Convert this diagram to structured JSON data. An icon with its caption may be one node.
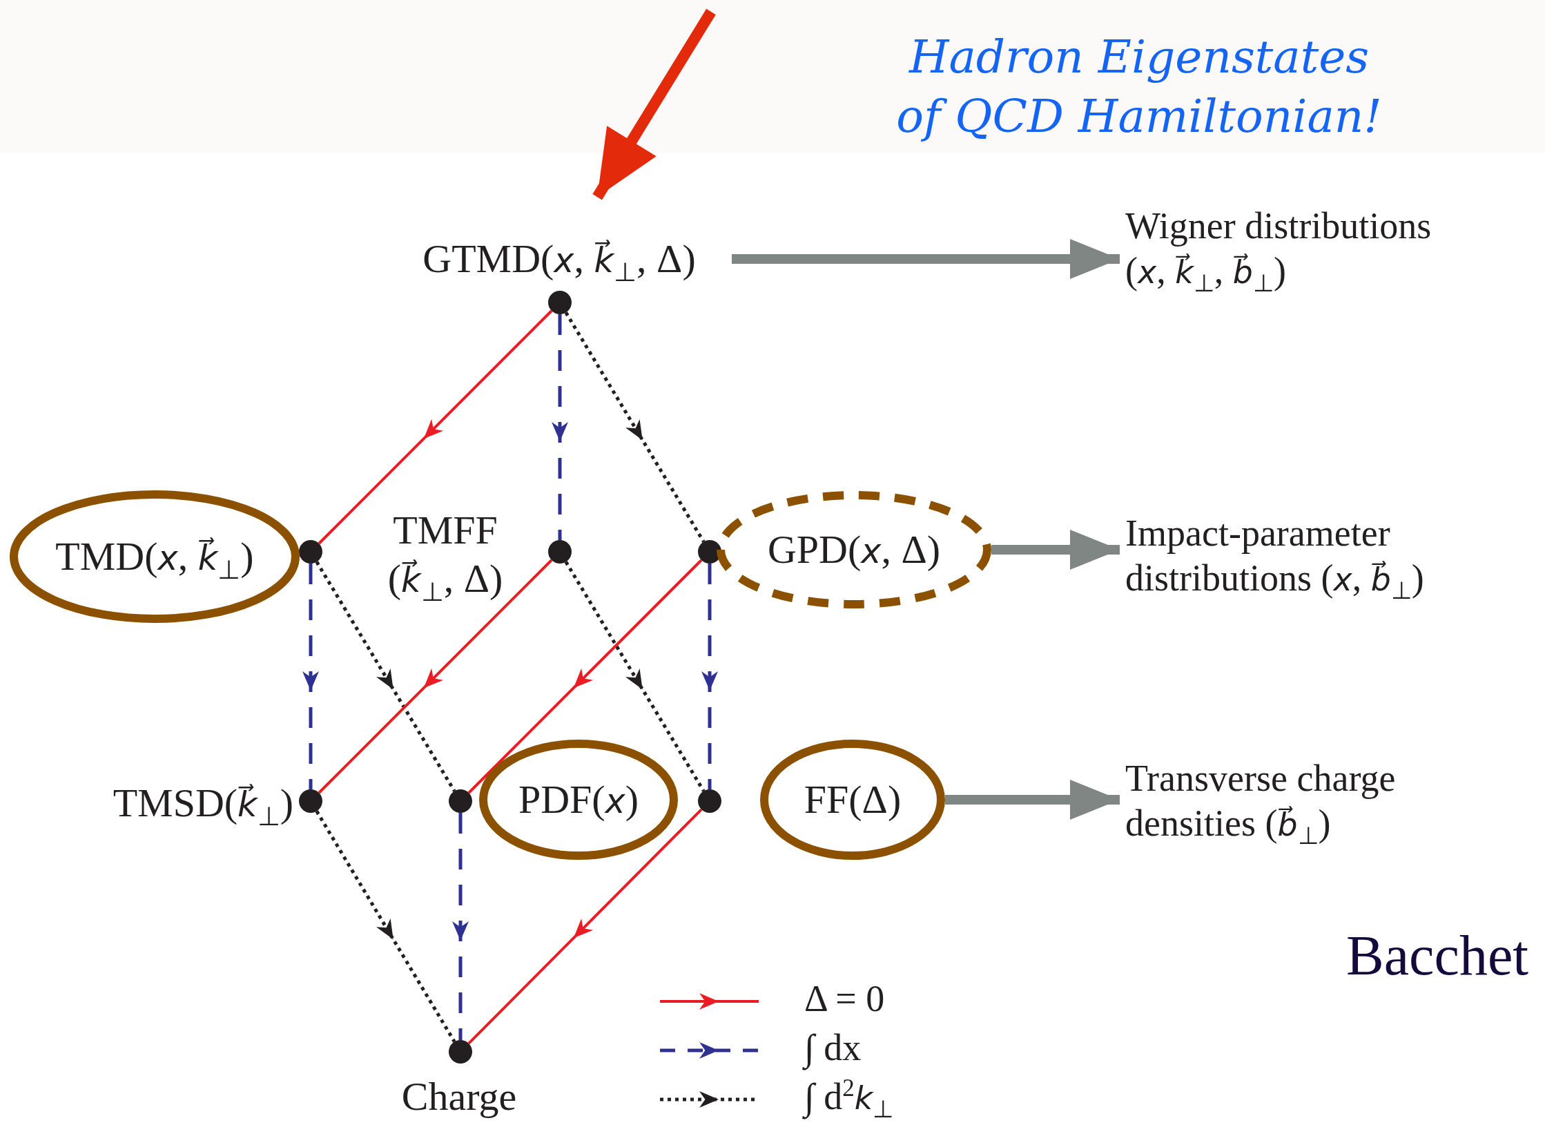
{
  "diagram": {
    "title": "Hadron Eigenstates of QCD Hamiltonian!",
    "nodes": [
      {
        "text": [
          "GTMD(*x*, *k⃗*$_{⊥}$, Δ)"
        ]
      },
      {
        "text": [],
        "shape": "circle"
      },
      {
        "text": [
          "Wigner distributions (*x*, *k⃗*$_{⊥}$, *b⃗*$_{⊥}$)"
        ]
      },
      {
        "text": [
          "TMD(*x*, *k⃗*$_{⊥}$)"
        ]
      },
      {
        "text": [],
        "shape": "circle"
      },
      {
        "text": [],
        "shape": "circle",
        "beside": [
          "TMFF (*k⃗*$_{⊥}$, Δ)"
        ]
      },
      {
        "text": [],
        "shape": "circle"
      },
      {
        "text": [
          "GPD(*x*, Δ)"
        ]
      },
      {
        "text": [
          "Impact-parameter distributions (*x*, *b⃗*$_{⊥}$)"
        ]
      },
      {
        "text": [],
        "shape": "circle",
        "beside": [
          "TMSD(*k⃗*$_{⊥}$)"
        ]
      },
      {
        "text": [],
        "shape": "circle"
      },
      {
        "text": [
          "PDF(*x*)"
        ]
      },
      {
        "text": [],
        "shape": "circle"
      },
      {
        "text": [
          "FF(Δ)"
        ]
      },
      {
        "text": [
          "Transverse charge densities (*b⃗*$_{⊥}$)"
        ]
      },
      {
        "text": [],
        "shape": "circle",
        "beside": [
          "Charge"
        ]
      }
    ],
    "edges": [
      {
        "from": null,
        "to": 0,
        "arrow": "to",
        "style": "thick",
        "color": "#e32a0b"
      },
      {
        "from": 0,
        "to": 2,
        "arrow": "to",
        "style": "thick",
        "color": "#7f8683"
      },
      {
        "from": 1,
        "to": 4,
        "arrow": "to",
        "color": "#ec1c24"
      },
      {
        "from": 1,
        "to": 5,
        "arrow": "to",
        "style": "dashed",
        "color": "#2e3192"
      },
      {
        "from": 1,
        "to": 6,
        "arrow": "to",
        "style": "dashed",
        "color": "#231f20"
      },
      {
        "from": 4,
        "to": 9,
        "arrow": "to",
        "style": "dashed",
        "color": "#2e3192"
      },
      {
        "from": 4,
        "to": 10,
        "arrow": "to",
        "style": "dashed",
        "color": "#231f20"
      },
      {
        "from": 5,
        "to": 9,
        "arrow": "to",
        "color": "#ec1c24"
      },
      {
        "from": 5,
        "to": 12,
        "arrow": "to",
        "style": "dashed",
        "color": "#231f20"
      },
      {
        "from": 6,
        "to": 10,
        "arrow": "to",
        "color": "#ec1c24"
      },
      {
        "from": 6,
        "to": 12,
        "arrow": "to",
        "style": "dashed",
        "color": "#2e3192"
      },
      {
        "from": 7,
        "to": 8,
        "arrow": "to",
        "style": "thick",
        "color": "#7f8683"
      },
      {
        "from": 9,
        "to": 15,
        "arrow": "to",
        "style": "dashed",
        "color": "#231f20"
      },
      {
        "from": 10,
        "to": 15,
        "arrow": "to",
        "style": "dashed",
        "color": "#2e3192"
      },
      {
        "from": 12,
        "to": 15,
        "arrow": "to",
        "color": "#ec1c24"
      },
      {
        "from": 13,
        "to": 14,
        "arrow": "to",
        "style": "thick",
        "color": "#7f8683"
      }
    ],
    "labels": [
      "Bacchet"
    ],
    "legend": [
      {
        "text": "Δ = 0"
      },
      {
        "text": "∫ dx"
      },
      {
        "text": "∫ d$^{2}$*k*$_{⊥}$"
      }
    ]
  }
}
